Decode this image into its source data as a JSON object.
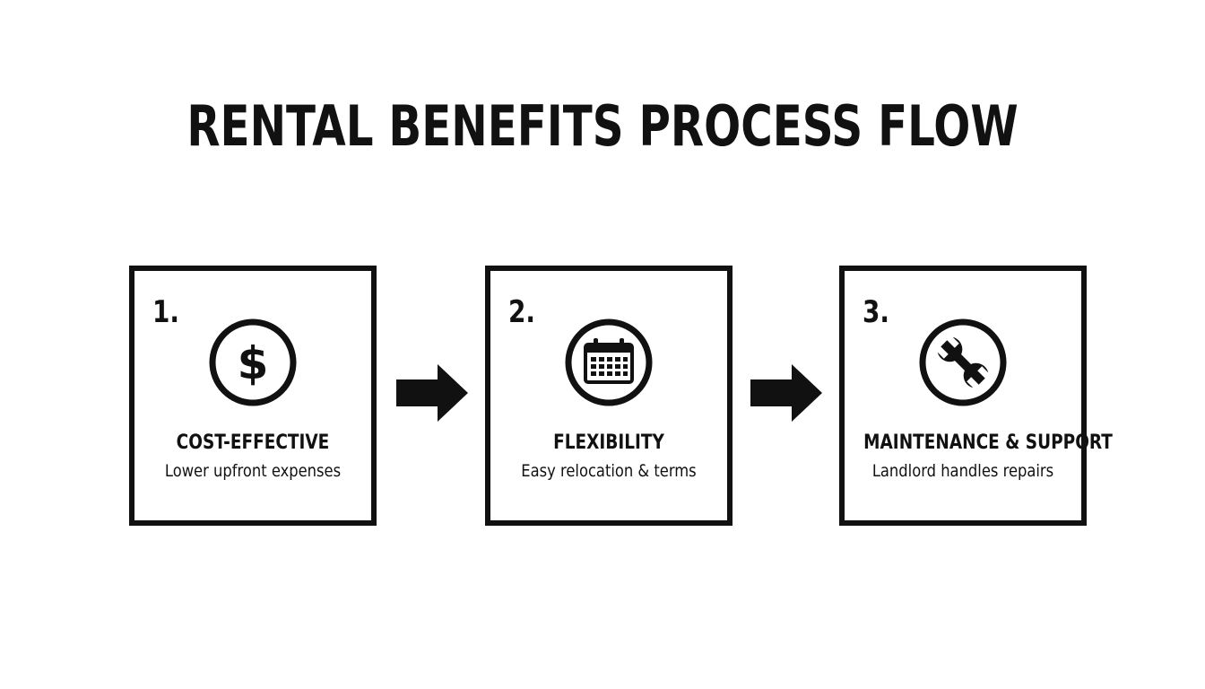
{
  "title": "RENTAL BENEFITS PROCESS FLOW",
  "colors": {
    "ink": "#111111",
    "background": "#ffffff"
  },
  "steps": [
    {
      "number": "1.",
      "icon": "dollar-icon",
      "heading": "COST-EFFECTIVE",
      "description": "Lower upfront expenses"
    },
    {
      "number": "2.",
      "icon": "calendar-icon",
      "heading": "FLEXIBILITY",
      "description": "Easy relocation & terms"
    },
    {
      "number": "3.",
      "icon": "wrench-icon",
      "heading": "MAINTENANCE & SUPPORT",
      "description": "Landlord handles repairs"
    }
  ],
  "connectors": [
    {
      "from": "1.",
      "to": "2.",
      "icon": "right-arrow-icon"
    },
    {
      "from": "2.",
      "to": "3.",
      "icon": "right-arrow-icon"
    }
  ]
}
